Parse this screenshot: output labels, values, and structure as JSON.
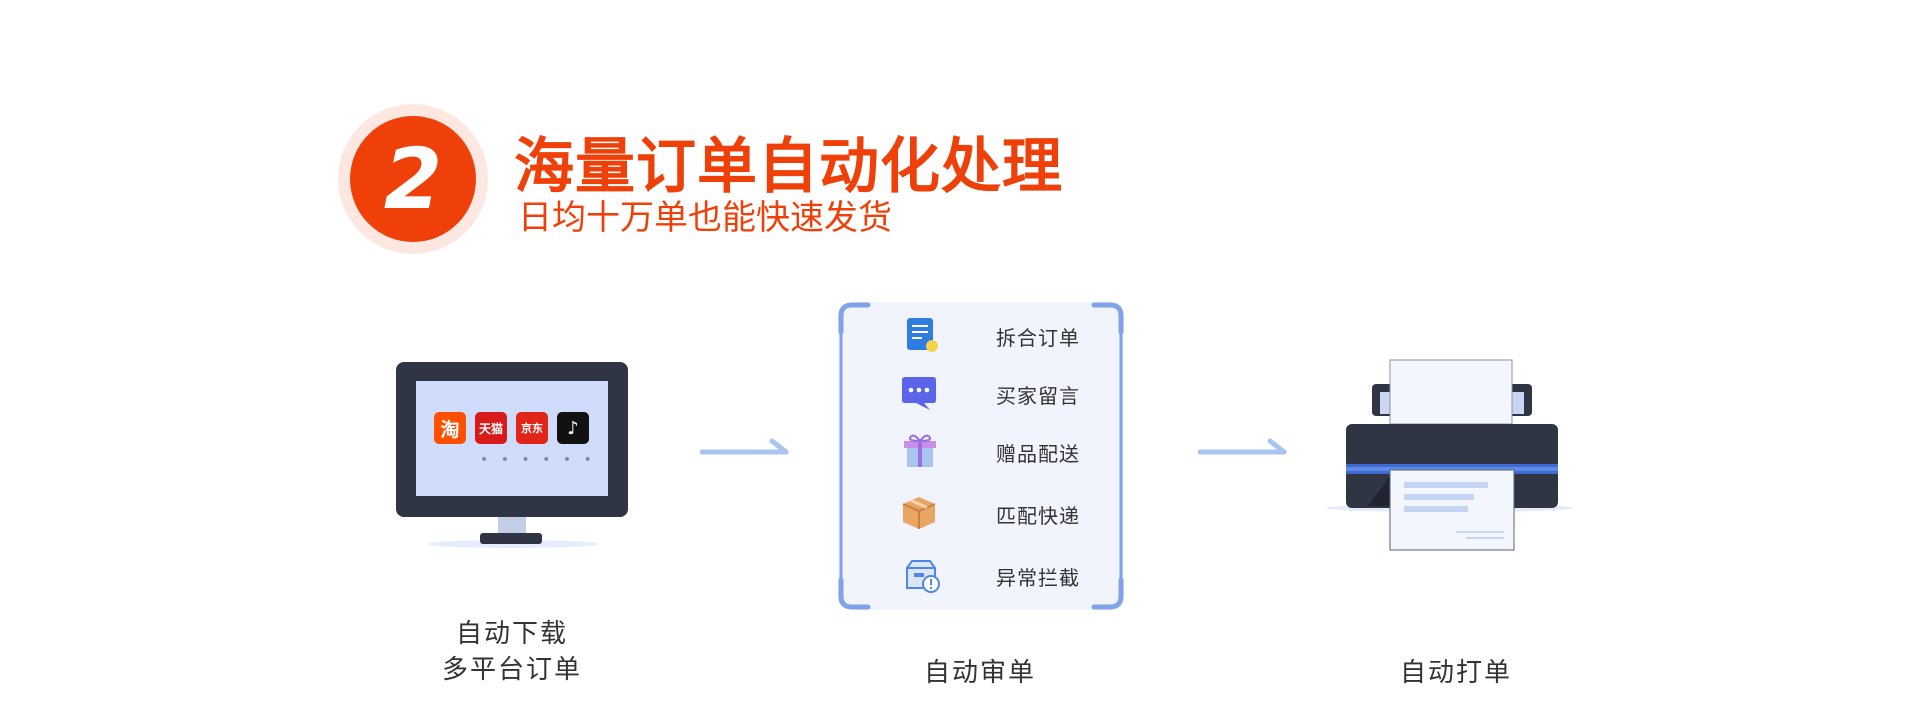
{
  "header": {
    "number": "2",
    "title": "海量订单自动化处理",
    "subtitle": "日均十万单也能快速发货"
  },
  "download": {
    "apps": [
      {
        "name": "taobao-app-icon",
        "glyph": "淘"
      },
      {
        "name": "tmall-app-icon",
        "glyph": "天猫"
      },
      {
        "name": "jd-app-icon",
        "glyph": "京东"
      },
      {
        "name": "tiktok-app-icon",
        "glyph": "♪"
      }
    ],
    "more": "• • • • • •",
    "caption_line1": "自动下载",
    "caption_line2": "多平台订单"
  },
  "audit": {
    "items": [
      {
        "label": "拆合订单",
        "icon": "document-icon"
      },
      {
        "label": "买家留言",
        "icon": "chat-bubble-icon"
      },
      {
        "label": "赠品配送",
        "icon": "gift-icon"
      },
      {
        "label": "匹配快递",
        "icon": "package-icon"
      },
      {
        "label": "异常拦截",
        "icon": "box-alert-icon"
      }
    ],
    "caption": "自动审单"
  },
  "print": {
    "caption": "自动打单"
  },
  "colors": {
    "brand": "#f0400a",
    "accent_blue": "#7fa2ea",
    "dark": "#2f3542"
  }
}
